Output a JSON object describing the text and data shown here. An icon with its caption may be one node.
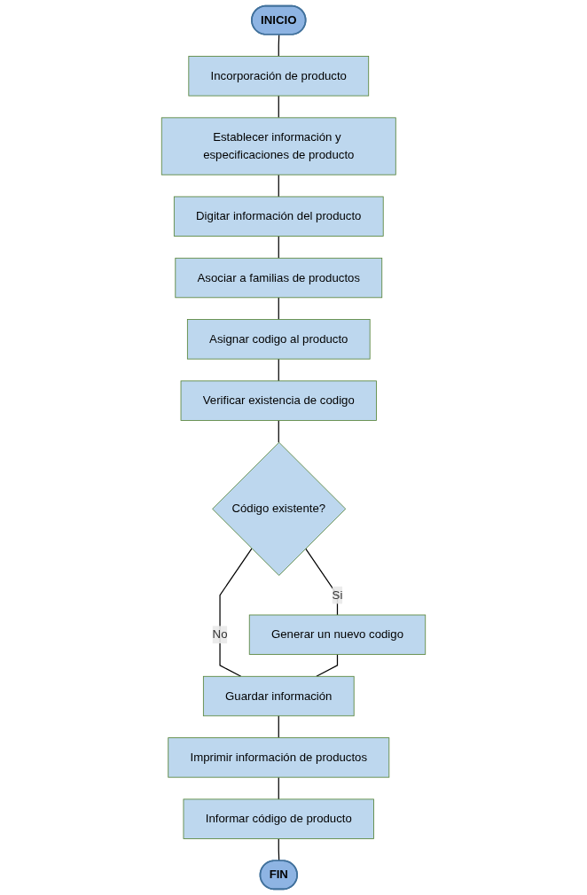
{
  "diagram": {
    "nodes": [
      {
        "text": [
          "INICIO"
        ]
      },
      {
        "text": [
          "Incorporación de producto"
        ]
      },
      {
        "text": [
          "Establecer información y especificaciones de producto"
        ]
      },
      {
        "text": [
          "Digitar información del producto"
        ]
      },
      {
        "text": [
          "Asociar a familias de productos"
        ]
      },
      {
        "text": [
          "Asignar codigo al producto"
        ]
      },
      {
        "text": [
          "Verificar existencia de codigo"
        ]
      },
      {
        "text": [
          "Código existente?"
        ]
      },
      {
        "text": [
          "Generar un nuevo codigo"
        ]
      },
      {
        "text": [
          "Guardar información"
        ]
      },
      {
        "text": [
          "Imprimir información de productos"
        ]
      },
      {
        "text": [
          "Informar código de producto"
        ]
      },
      {
        "text": [
          "FIN"
        ]
      }
    ],
    "edges": [
      {
        "from": 0,
        "to": 1,
        "arrow": "none"
      },
      {
        "from": 1,
        "to": 2,
        "arrow": "none"
      },
      {
        "from": 2,
        "to": 3,
        "arrow": "none"
      },
      {
        "from": 3,
        "to": 4,
        "arrow": "none"
      },
      {
        "from": 4,
        "to": 5,
        "arrow": "none"
      },
      {
        "from": 5,
        "to": 6,
        "arrow": "none"
      },
      {
        "from": 6,
        "to": 7,
        "arrow": "none"
      },
      {
        "from": 7,
        "to": 8,
        "arrow": "none",
        "label": "Si"
      },
      {
        "from": 7,
        "to": 9,
        "arrow": "none",
        "label": "No"
      },
      {
        "from": 8,
        "to": 9,
        "arrow": "none"
      },
      {
        "from": 9,
        "to": 10,
        "arrow": "none"
      },
      {
        "from": 10,
        "to": 11,
        "arrow": "none"
      },
      {
        "from": 11,
        "to": 12,
        "arrow": "none"
      }
    ]
  }
}
